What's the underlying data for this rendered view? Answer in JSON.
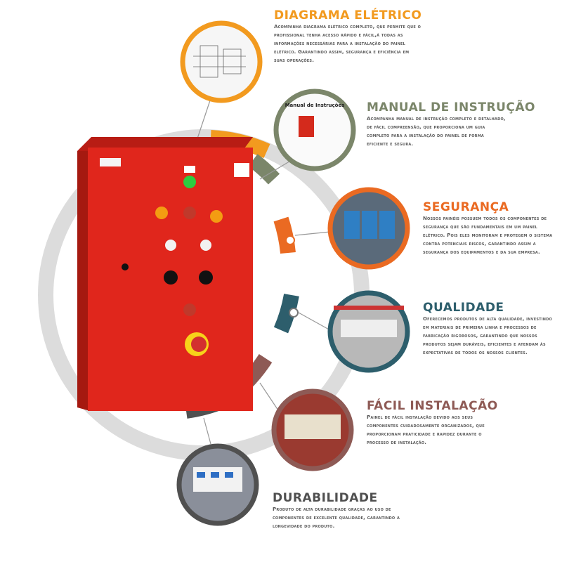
{
  "colors": {
    "diagrama": "#f29a1f",
    "manual": "#7b866a",
    "seguranca": "#ea6a22",
    "qualidade": "#2d5e6c",
    "facil": "#8e5a55",
    "durabilidade": "#505050",
    "panel": "#e0261c",
    "ring": "#d9d9d9"
  },
  "features": [
    {
      "title": "DIAGRAMA ELÉTRICO",
      "text": "Acompanha diagrama elétrico completo, que permite que o profissional tenha acesso rápido e fácil,á todas as informações necessárias para a instalação do painel elétrico. Garantindo assim, segurança e eficiência em suas operações.",
      "icon": "wiring-diagram-image"
    },
    {
      "title": "MANUAL DE INSTRUÇÃO",
      "text": "Acompanha manual de instrução completo e detalhado, de fácil compreensão, que proporciona um guia completo para a instalação do painel de forma eficiente e segura.",
      "icon": "instruction-manual-image",
      "image_caption": "Manual de Instruções"
    },
    {
      "title": "SEGURANÇA",
      "text": "Nossos painéis possuem todos os componentes de segurança que são fundamentais em um painel elétrico. Pois eles monitoram e protegem o sistema contra potenciais riscos, garantindo assim a segurança dos equipamentos e da sua empresa.",
      "icon": "relay-image"
    },
    {
      "title": "QUALIDADE",
      "text": "Oferecemos produtos de alta qualidade, investindo em materiais de primeira linha e processos de fabricação rigorosos, garantindo que nossos produtos sejam duráveis, eficientes e atendam às expectativas de todos os nossos clientes.",
      "icon": "panel-interior-image"
    },
    {
      "title": "FÁCIL INSTALAÇÃO",
      "text": "Painel de fácil instalação devido aos seus componentes cuidadosamente organizados, que proporcionam praticidade e rapidez durante o processo de instalação.",
      "icon": "terminal-blocks-image"
    },
    {
      "title": "DURABILIDADE",
      "text": "Produto de alta durabilidade graças ao uso de componentes de excelente qualidade, garantindo a longevidade do produto.",
      "icon": "contactors-image"
    }
  ]
}
